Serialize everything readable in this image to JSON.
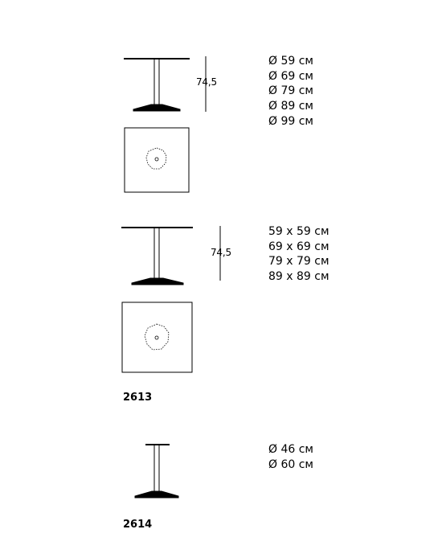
{
  "sections": [
    {
      "model": "",
      "height_label": "74,5",
      "sizes": [
        "Ø 59 см",
        "Ø 69 см",
        "Ø 79 см",
        "Ø 89 см",
        "Ø 99 см"
      ]
    },
    {
      "model": "2613",
      "height_label": "74,5",
      "sizes": [
        "59 x 59 см",
        "69 x 69 см",
        "79 x 79 см",
        "89 x 89 см"
      ]
    },
    {
      "model": "2614",
      "height_label": "",
      "sizes": [
        "Ø 46 см",
        "Ø 60 см"
      ]
    }
  ]
}
